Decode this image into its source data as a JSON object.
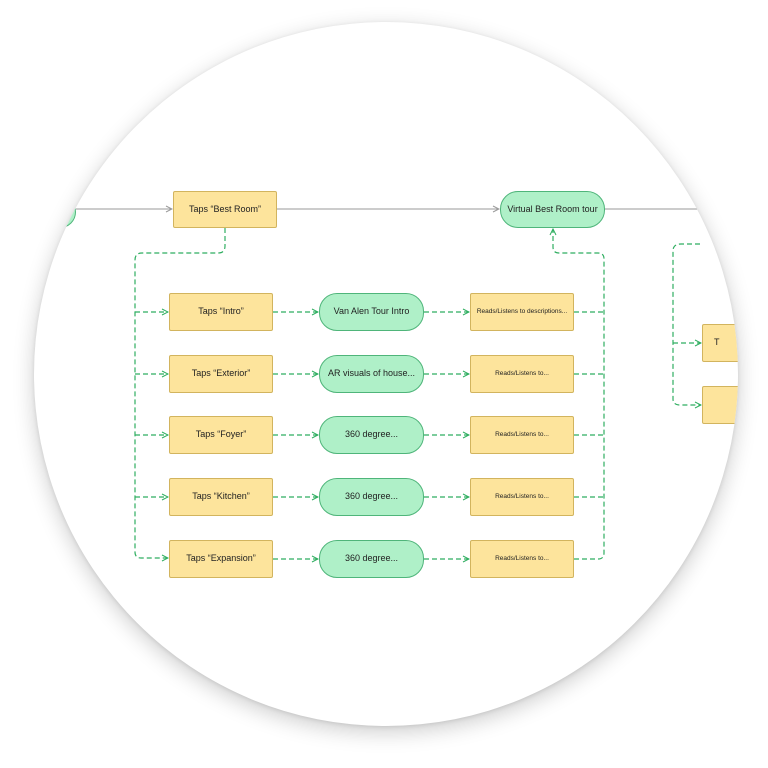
{
  "colors": {
    "action_fill": "#fde49c",
    "action_border": "#d2b45e",
    "screen_fill": "#aff0c8",
    "screen_border": "#4fb57a",
    "flow_line": "#9a9a9a",
    "dashed_line": "#2fae60"
  },
  "diagram": {
    "top_row": {
      "taps_best_room": "Taps “Best Room”",
      "virtual_tour": "Virtual Best Room tour"
    },
    "rows": [
      {
        "tap": "Taps “Intro”",
        "screen": "Van Alen Tour Intro",
        "reads": "Reads/Listens to descriptions..."
      },
      {
        "tap": "Taps “Exterior”",
        "screen": "AR visuals of house...",
        "reads": "Reads/Listens to..."
      },
      {
        "tap": "Taps “Foyer”",
        "screen": "360 degree...",
        "reads": "Reads/Listens to..."
      },
      {
        "tap": "Taps “Kitchen”",
        "screen": "360 degree...",
        "reads": "Reads/Listens to..."
      },
      {
        "tap": "Taps “Expansion”",
        "screen": "360 degree...",
        "reads": "Reads/Listens to..."
      }
    ],
    "right_partial": [
      {
        "text": "T"
      },
      {
        "text": ""
      }
    ]
  }
}
